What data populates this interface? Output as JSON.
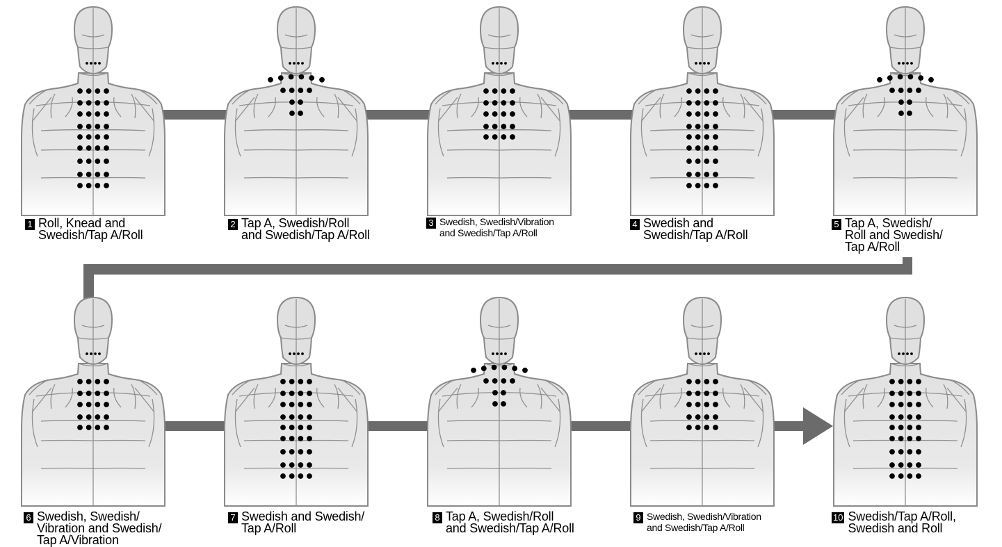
{
  "steps": [
    {
      "number": "1",
      "text": "Roll, Knead and\nSwedish/Tap A/Roll",
      "dots": "full"
    },
    {
      "number": "2",
      "text": "Tap A, Swedish/Roll\nand Swedish/Tap A/Roll",
      "dots": "shoulder"
    },
    {
      "number": "3",
      "text": "Swedish, Swedish/Vibration\nand Swedish/Tap A/Roll",
      "dots": "upper"
    },
    {
      "number": "4",
      "text": "Swedish and\nSwedish/Tap A/Roll",
      "dots": "full"
    },
    {
      "number": "5",
      "text": "Tap A, Swedish/\nRoll and Swedish/\nTap A/Roll",
      "dots": "shoulder"
    },
    {
      "number": "6",
      "text": "Swedish, Swedish/\nVibration and Swedish/\nTap A/Vibration",
      "dots": "upper"
    },
    {
      "number": "7",
      "text": "Swedish and Swedish/\nTap A/Roll",
      "dots": "full"
    },
    {
      "number": "8",
      "text": "Tap A, Swedish/Roll\nand Swedish/Tap A/Roll",
      "dots": "shoulder"
    },
    {
      "number": "9",
      "text": "Swedish, Swedish/Vibration\nand Swedish/Tap A/Roll",
      "dots": "upper"
    },
    {
      "number": "10",
      "text": "Swedish/Tap A/Roll,\nSwedish and Roll",
      "dots": "full"
    }
  ],
  "colors": {
    "connector": "#6b6b6b",
    "dot": "#000000",
    "body_fill": "#e3e3e3",
    "body_outline": "#8a8a8a",
    "number_bg": "#000000",
    "number_text": "#ffffff"
  }
}
